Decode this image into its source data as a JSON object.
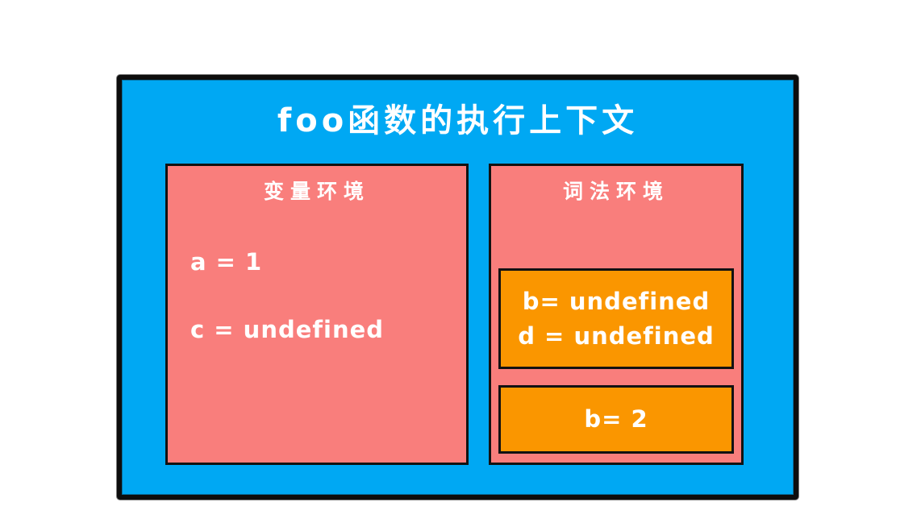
{
  "colors": {
    "page_background": "#ffffff",
    "execution_context_fill": "#00a8f3",
    "environment_fill": "#f97e7c",
    "value_block_fill": "#fa9600",
    "border": "#0d0d0d",
    "text": "#ffffff"
  },
  "diagram": {
    "title": "foo函数的执行上下文",
    "variable_environment": {
      "label": "变量环境",
      "entries": [
        "a = 1",
        "c = undefined"
      ]
    },
    "lexical_environment": {
      "label": "词法环境",
      "blocks": [
        {
          "lines": [
            "b= undefined",
            "d = undefined"
          ]
        },
        {
          "lines": [
            "b= 2"
          ]
        }
      ]
    }
  }
}
